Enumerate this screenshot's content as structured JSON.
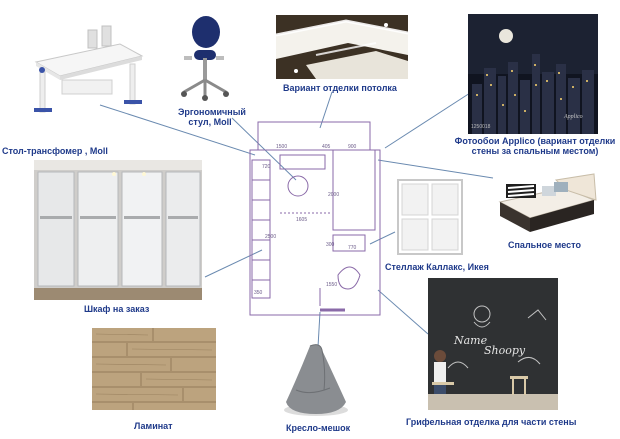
{
  "captions": {
    "desk": "Стол-трансфомер , Moll",
    "chair_l1": "Эргономичный",
    "chair_l2": "стул, Moll",
    "ceiling": "Вариант отделки потолка",
    "wallpaper_l1": "Фотообои Applico (вариант отделки",
    "wallpaper_l2": "стены за спальным местом)",
    "bed": "Спальное место",
    "shelf": "Стеллаж Каллакс, Икея",
    "wardrobe": "Шкаф на заказ",
    "chalk": "Грифельная отделка для части стены",
    "laminate": "Ламинат",
    "beanbag": "Кресло-мешок"
  },
  "plan_dims": {
    "d1500": "1500",
    "d405": "405",
    "d900": "900",
    "d720": "720",
    "d2000": "2000",
    "d1605": "1605",
    "d2500": "2500",
    "d300": "300",
    "d770": "770",
    "d1550": "1550",
    "d350": "350"
  },
  "photo_text": {
    "chalk_word1": "Name",
    "chalk_word2": "Shoopy",
    "wallpaper_mark1": "1250018",
    "wallpaper_mark2": "Applico"
  },
  "colors": {
    "caption": "#1f3a8a",
    "plan_line": "#8a6aa8",
    "pointer_line": "#6a8ab0"
  }
}
